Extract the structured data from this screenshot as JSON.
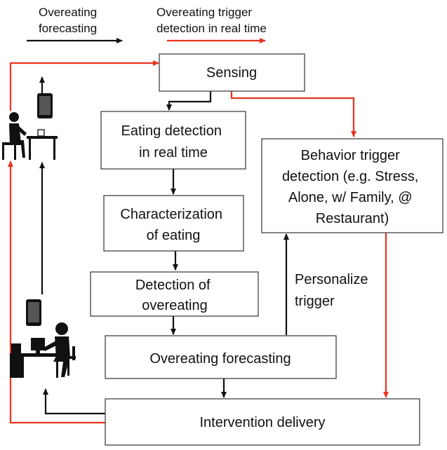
{
  "legend": {
    "black": [
      "Overeating",
      "forecasting"
    ],
    "red": [
      "Overeating trigger",
      "detection in real time"
    ]
  },
  "nodes": {
    "sensing": [
      "Sensing"
    ],
    "eating_detection": [
      "Eating detection",
      "in real time"
    ],
    "characterization": [
      "Characterization",
      "of eating"
    ],
    "overeating_detection": [
      "Detection of",
      "overeating"
    ],
    "forecasting": [
      "Overeating forecasting"
    ],
    "intervention": [
      "Intervention delivery"
    ],
    "trigger": [
      "Behavior trigger",
      "detection (e.g. Stress,",
      "Alone, w/ Family, @",
      "Restaurant)"
    ]
  },
  "edge_label": [
    "Personalize",
    "trigger"
  ],
  "colors": {
    "black": "#111111",
    "red": "#e8331f",
    "box_border": "#333333"
  },
  "icons": [
    "person-at-desk-with-phone-icon",
    "person-at-computer-with-phone-icon"
  ]
}
